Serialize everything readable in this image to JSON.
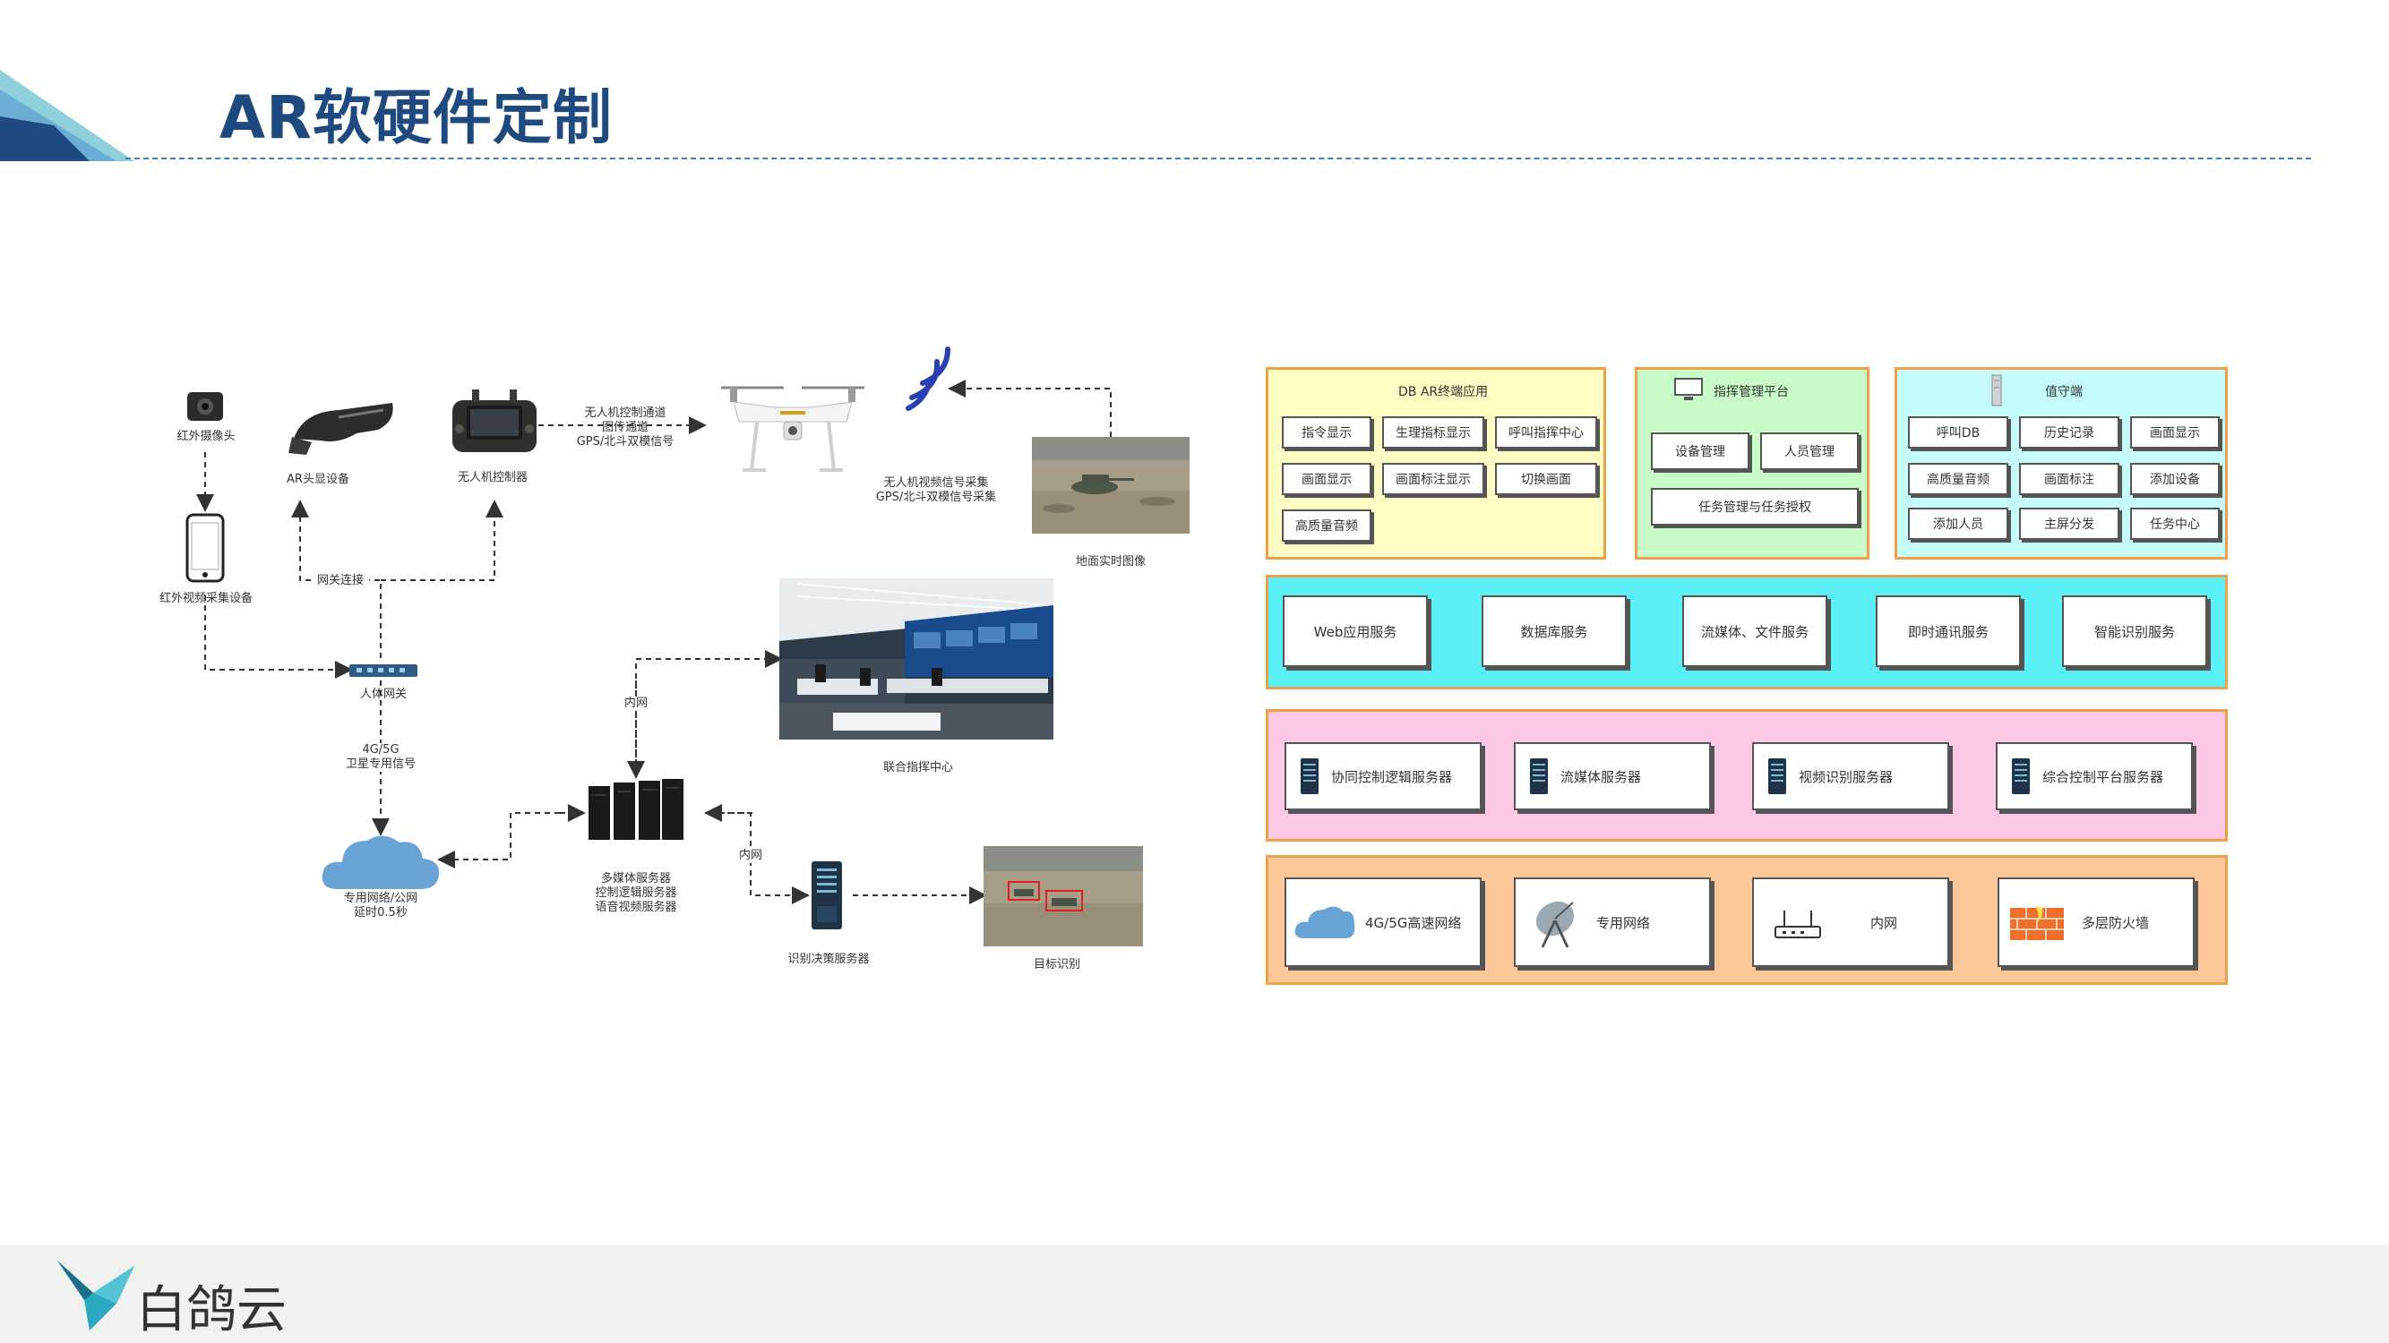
{
  "header": {
    "title": "AR软硬件定制"
  },
  "footer": {
    "brand": "白鸽云"
  },
  "flow": {
    "ir_camera": "红外摄像头",
    "ar_device": "AR头显设备",
    "drone_controller": "无人机控制器",
    "link_label_1": "无人机控制通道",
    "link_label_2": "图传通道",
    "link_label_3": "GPS/北斗双模信号",
    "drone_signal_1": "无人机视频信号采集",
    "drone_signal_2": "GPS/北斗双模信号采集",
    "ground_image": "地面实时图像",
    "ir_collector": "红外视频采集设备",
    "gateway_link": "网关连接",
    "gateway": "人体网关",
    "net_4g": "4G/5G",
    "net_sat": "卫星专用信号",
    "cloud_1": "专用网络/公网",
    "cloud_2": "延时0.5秒",
    "intranet_1": "内网",
    "command_center": "联合指挥中心",
    "servers_1": "多媒体服务器",
    "servers_2": "控制逻辑服务器",
    "servers_3": "语音视频服务器",
    "intranet_2": "内网",
    "decision_server": "识别决策服务器",
    "target_recog": "目标识别"
  },
  "arch": {
    "terminal": {
      "title": "DB AR终端应用",
      "items": [
        "指令显示",
        "生理指标显示",
        "呼叫指挥中心",
        "画面显示",
        "画面标注显示",
        "切换画面",
        "高质量音频"
      ]
    },
    "platform": {
      "title": "指挥管理平台",
      "items": [
        "设备管理",
        "人员管理",
        "任务管理与任务授权"
      ]
    },
    "duty": {
      "title": "值守端",
      "items": [
        "呼叫DB",
        "历史记录",
        "画面显示",
        "高质量音频",
        "画面标注",
        "添加设备",
        "添加人员",
        "主屏分发",
        "任务中心"
      ]
    },
    "services": [
      "Web应用服务",
      "数据库服务",
      "流媒体、文件服务",
      "即时通讯服务",
      "智能识别服务"
    ],
    "servers": [
      "协同控制逻辑服务器",
      "流媒体服务器",
      "视频识别服务器",
      "综合控制平台服务器"
    ],
    "network": [
      "4G/5G高速网络",
      "专用网络",
      "内网",
      "多层防火墙"
    ]
  },
  "colors": {
    "title": "#1e4a80",
    "terminal_bg": "#fefdc4",
    "platform_bg": "#c8fbc8",
    "duty_bg": "#c6fbfb",
    "services_bg": "#5af0f5",
    "servers_bg": "#fdc8e6",
    "network_bg": "#fcc89a"
  }
}
